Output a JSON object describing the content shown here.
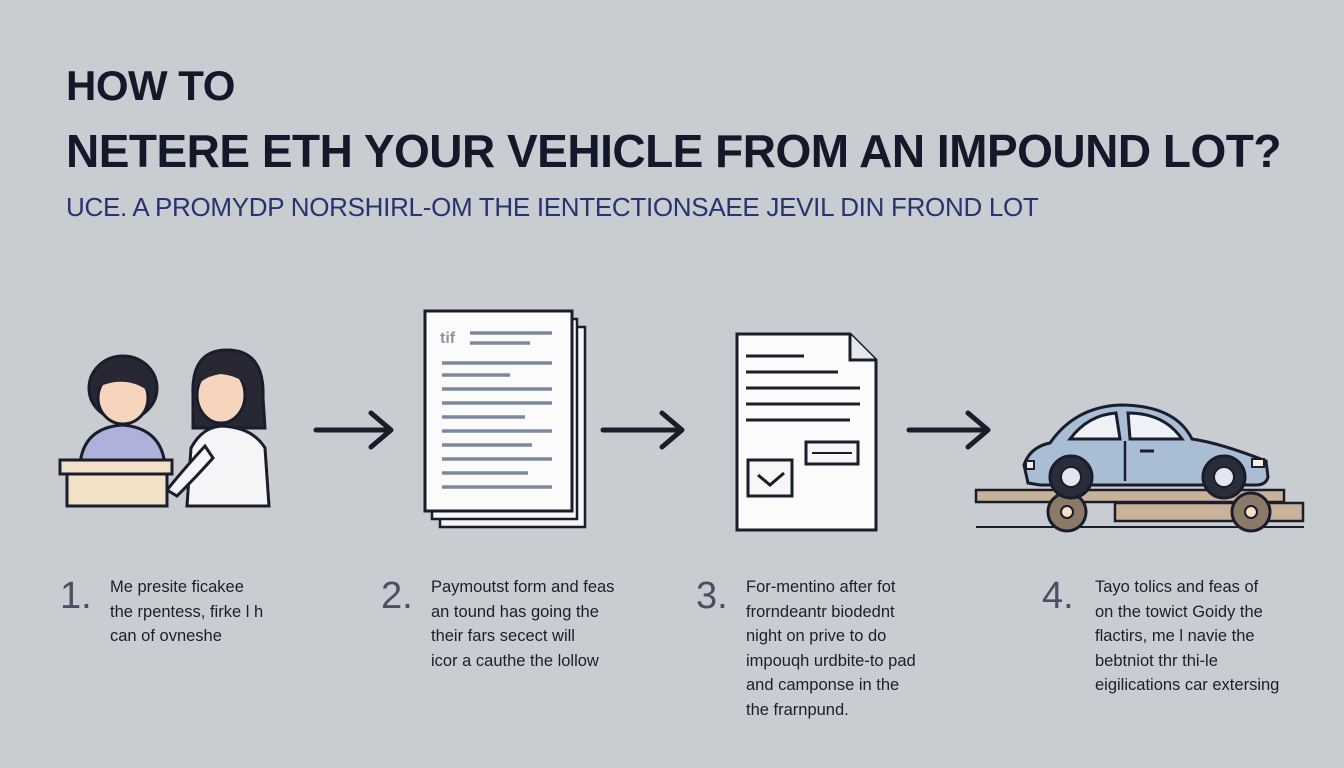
{
  "header": {
    "title_line1": "HOW TO",
    "title_line2": "NETERE ETH YOUR VEHICLE FROM AN IMPOUND LOT?",
    "subtitle": "UCE. A PROMYDP NORSHIRL-OM THE IENTECTIONSAEE JEVIL DIN FROND LOT"
  },
  "illustrations": {
    "doc_mark": "tif"
  },
  "steps": [
    {
      "number": "1.",
      "lines": [
        "Me presite ficakee",
        "the rpentess, firke l h",
        "can of ovneshe"
      ]
    },
    {
      "number": "2.",
      "lines": [
        "Paymoutst form and feas",
        "an tound has going the",
        "their fars secect will",
        "icor a cauthe the lollow"
      ]
    },
    {
      "number": "3.",
      "lines": [
        "For-mentino after fot",
        "frorndeantr biodednt",
        "night on prive to do",
        "impouqh urdbite-to pad",
        "and camponse in the",
        "the frarnpund."
      ]
    },
    {
      "number": "4.",
      "lines": [
        "Tayo tolics and feas of",
        "on the towict Goidy the",
        "flactirs, me l navie the",
        "bebtniot thr thi-le",
        "eigilications car extersing"
      ]
    }
  ],
  "colors": {
    "background": "#c9ccd1",
    "title": "#14182b",
    "subtitle": "#27346e",
    "car_body": "#a9bdd4",
    "trailer": "#c8b39a",
    "outline": "#1a1d2b"
  },
  "icons": [
    "people-at-desk-icon",
    "arrow-right-icon",
    "document-stack-icon",
    "form-document-icon",
    "car-on-tow-trailer-icon"
  ]
}
